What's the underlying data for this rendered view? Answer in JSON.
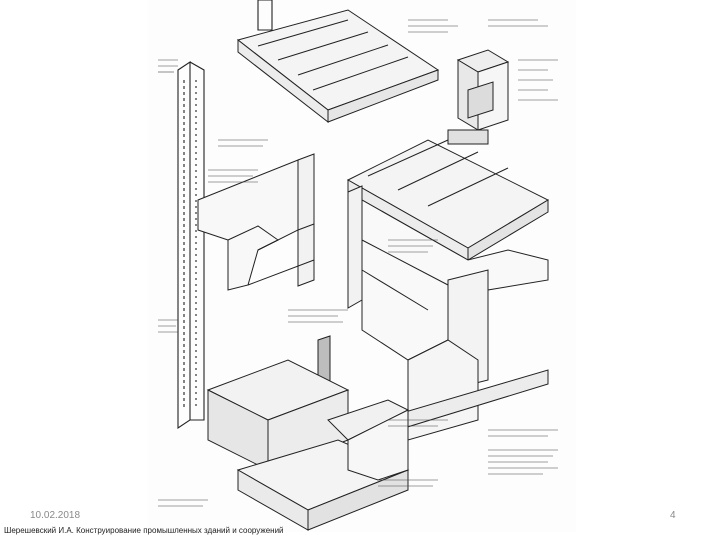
{
  "slide": {
    "date": "10.02.2018",
    "author_title": "Шерешевский И.А. Конструирование промышленных зданий и сооружений",
    "page_number": "4"
  },
  "drawing": {
    "description_icon": "isometric-construction-drawing"
  }
}
